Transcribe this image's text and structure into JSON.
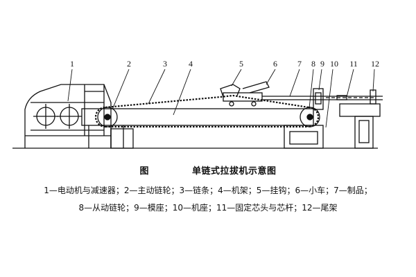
{
  "figure": {
    "label": "图",
    "title": "单链式拉拔机示意图"
  },
  "callouts": [
    "1",
    "2",
    "3",
    "4",
    "5",
    "6",
    "7",
    "8",
    "9",
    "10",
    "11",
    "12"
  ],
  "legend": {
    "line1": "1—电动机与减速器；2—主动链轮；3—链条；4—机架；5—挂钩；6—小车；7—制品；",
    "line2": "8—从动链轮；9—模座；10—机座；11—固定芯头与芯杆；12—尾架"
  }
}
